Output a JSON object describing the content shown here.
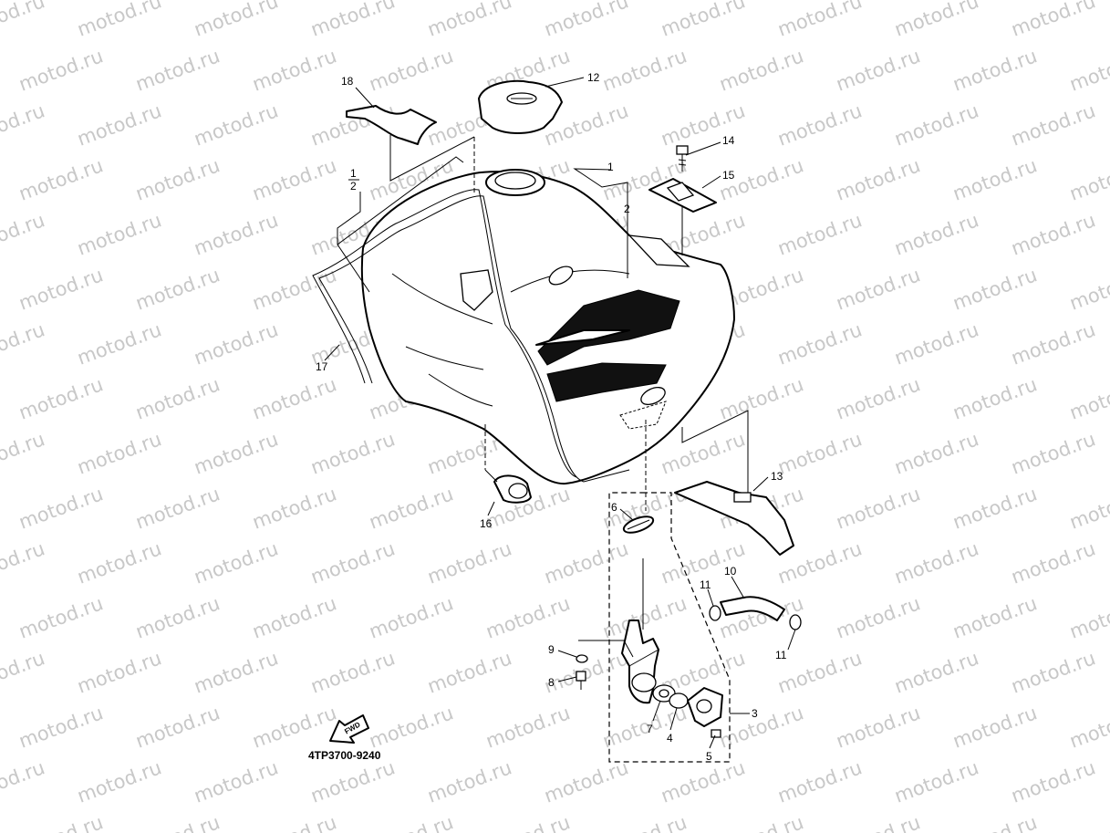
{
  "diagram": {
    "watermark": "motod.ru",
    "part_code": "4TP3700-9240",
    "fwd_label": "FWD",
    "callouts": {
      "c1": "1",
      "c1a_num": "1",
      "c1a_den": "2",
      "c2": "2",
      "c3": "3",
      "c4": "4",
      "c5": "5",
      "c6": "6",
      "c7": "7",
      "c8": "8",
      "c9": "9",
      "c10": "10",
      "c11a": "11",
      "c11b": "11",
      "c12": "12",
      "c13": "13",
      "c14": "14",
      "c15": "15",
      "c16": "16",
      "c17": "17",
      "c18": "18"
    }
  }
}
